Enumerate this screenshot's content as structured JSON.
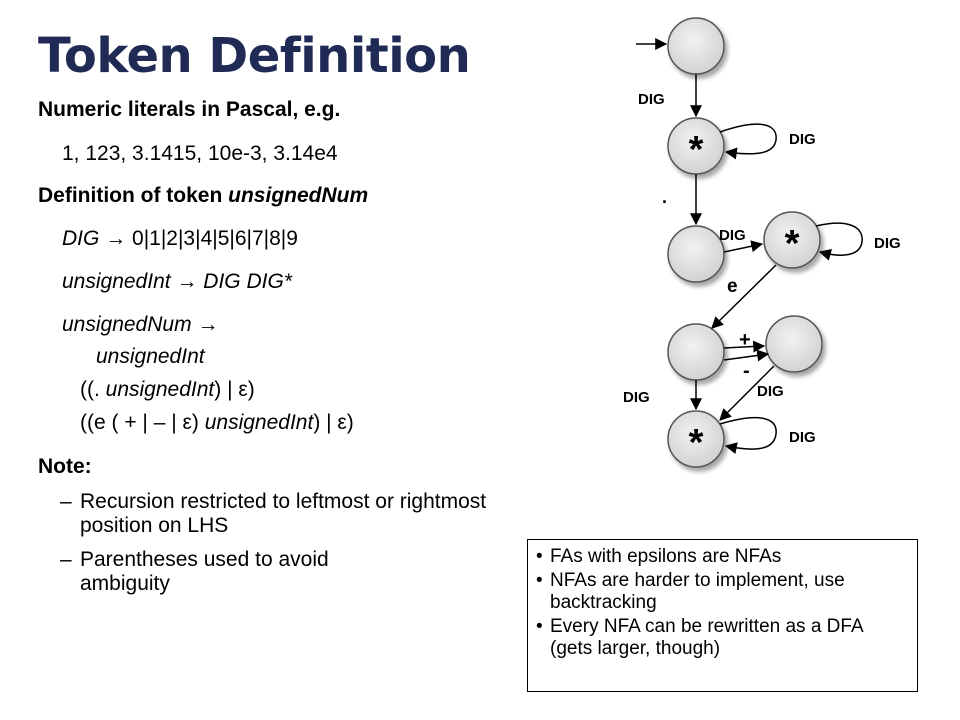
{
  "title": "Token Definition",
  "left": {
    "numeric_heading": "Numeric literals in Pascal, e.g.",
    "examples": "1, 123, 3.1415, 10e-3, 3.14e4",
    "definition_prefix": "Definition of token ",
    "definition_token": "unsignedNum",
    "rule_dig_lhs": "DIG",
    "rule_dig_rhs": "0|1|2|3|4|5|6|7|8|9",
    "rule_int_lhs": "unsignedInt",
    "rule_int_rhs": "DIG DIG*",
    "rule_num_lhs": "unsignedNum",
    "arrow": "→",
    "rule_num_line1": "unsignedInt",
    "rule_num_line2_a": "((. ",
    "rule_num_line2_b": "unsignedInt",
    "rule_num_line2_c": ") | ε)",
    "rule_num_line3_a": "((e ( + | – | ε) ",
    "rule_num_line3_b": "unsignedInt",
    "rule_num_line3_c": ") | ε)",
    "note_heading": "Note:",
    "note_dash": "–",
    "note_1": "Recursion restricted to leftmost or rightmost position on LHS",
    "note_2": "Parentheses used to avoid ambiguity"
  },
  "diagram": {
    "star": "*",
    "labels": {
      "dig_start": "DIG",
      "dig_loop1": "DIG",
      "dot": ".",
      "dig_mid": "DIG",
      "dig_loop2": "DIG",
      "e": "e",
      "plus": "+",
      "minus": "-",
      "dig_left": "DIG",
      "dig_sign": "DIG",
      "dig_loop3": "DIG"
    }
  },
  "box": {
    "items": [
      "FAs with epsilons are NFAs",
      "NFAs are harder to implement, use backtracking",
      "Every NFA can be rewritten as a DFA (gets larger, though)"
    ]
  }
}
